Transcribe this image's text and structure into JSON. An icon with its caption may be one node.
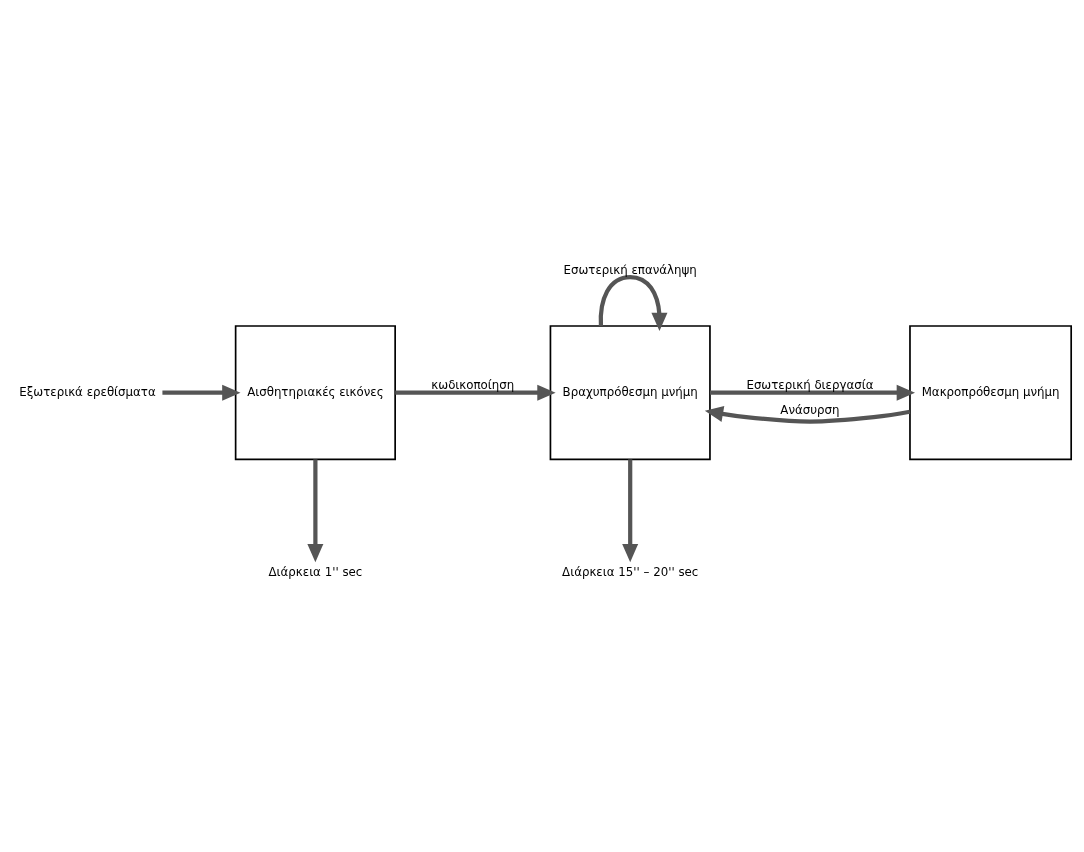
{
  "diagram": {
    "nodes": [
      {
        "text": [
          "Εξωτερικά ερεθίσματα"
        ]
      },
      {
        "text": [
          "Αισθητηριακές εικόνες"
        ]
      },
      {
        "text": [
          "Βραχυπρόθεσμη μνήμη"
        ]
      },
      {
        "text": [
          "Μακροπρόθεσμη μνήμη"
        ]
      },
      {
        "text": [
          "Διάρκεια 1'' sec"
        ]
      },
      {
        "text": [
          "Διάρκεια 15'' – 20'' sec"
        ]
      }
    ],
    "edges": [
      {
        "from": 0,
        "to": 1,
        "arrow": "to"
      },
      {
        "from": 1,
        "to": 2,
        "arrow": "to",
        "label": "κωδικοποίηση"
      },
      {
        "from": 2,
        "to": 2,
        "arrow": "to",
        "label": "Εσωτερική επανάληψη"
      },
      {
        "from": 2,
        "to": 3,
        "arrow": "to",
        "label": "Εσωτερική διεργασία"
      },
      {
        "from": 3,
        "to": 2,
        "arrow": "to",
        "label": "Ανάσυρση"
      },
      {
        "from": 1,
        "to": 4,
        "arrow": "to"
      },
      {
        "from": 2,
        "to": 5,
        "arrow": "to"
      }
    ]
  }
}
